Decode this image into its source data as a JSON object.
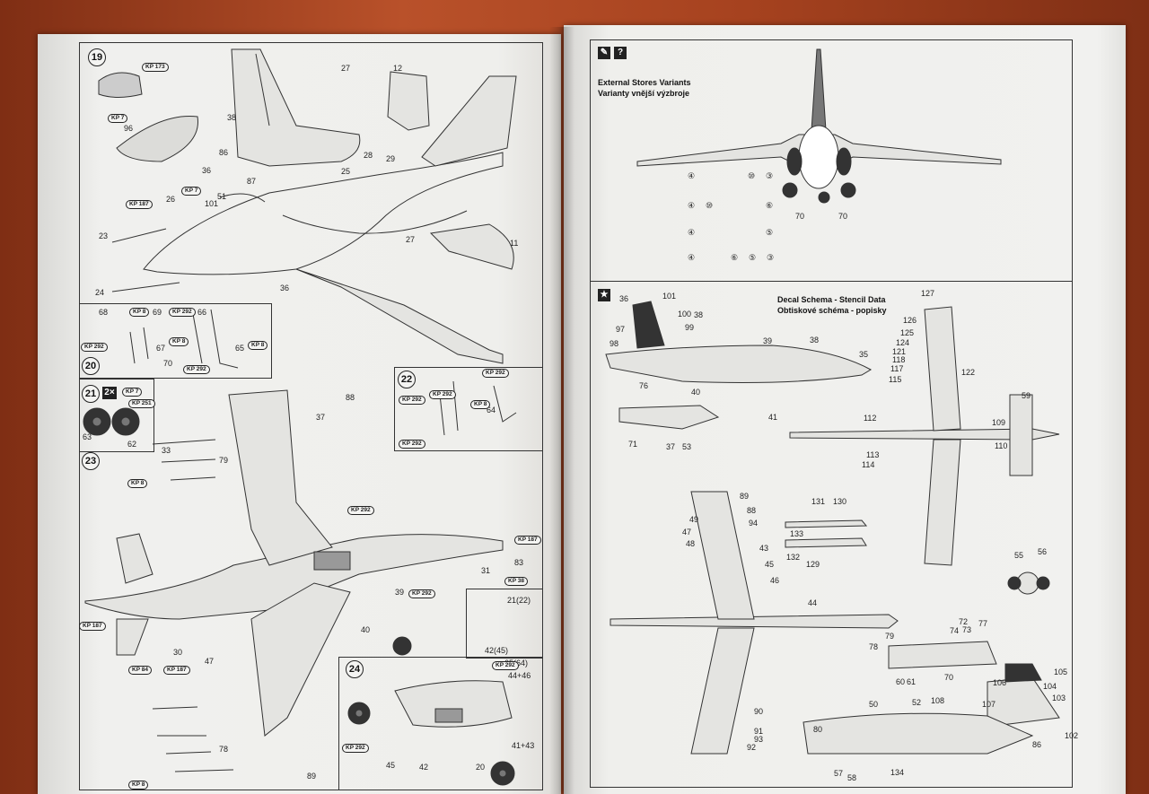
{
  "left_page": {
    "step_19": "19",
    "step_20": "20",
    "step_21": "21",
    "step_22": "22",
    "step_23": "23",
    "step_24": "24",
    "badge_2x": "2×",
    "part_numbers": [
      {
        "id": "p12",
        "text": "12"
      },
      {
        "id": "p27a",
        "text": "27"
      },
      {
        "id": "p27b",
        "text": "27"
      },
      {
        "id": "p96",
        "text": "96"
      },
      {
        "id": "p36a",
        "text": "36"
      },
      {
        "id": "p36b",
        "text": "36"
      },
      {
        "id": "p38",
        "text": "38"
      },
      {
        "id": "p86",
        "text": "86"
      },
      {
        "id": "p87",
        "text": "87"
      },
      {
        "id": "p28",
        "text": "28"
      },
      {
        "id": "p29",
        "text": "29"
      },
      {
        "id": "p25",
        "text": "25"
      },
      {
        "id": "p26",
        "text": "26"
      },
      {
        "id": "p101",
        "text": "101"
      },
      {
        "id": "p51",
        "text": "51"
      },
      {
        "id": "p23",
        "text": "23"
      },
      {
        "id": "p24",
        "text": "24"
      },
      {
        "id": "p11",
        "text": "11"
      },
      {
        "id": "p68",
        "text": "68"
      },
      {
        "id": "p69",
        "text": "69"
      },
      {
        "id": "p66",
        "text": "66"
      },
      {
        "id": "p65",
        "text": "65"
      },
      {
        "id": "p67",
        "text": "67"
      },
      {
        "id": "p70",
        "text": "70"
      },
      {
        "id": "p88",
        "text": "88"
      },
      {
        "id": "p37",
        "text": "37"
      },
      {
        "id": "p63",
        "text": "63"
      },
      {
        "id": "p62",
        "text": "62"
      },
      {
        "id": "p64",
        "text": "64"
      },
      {
        "id": "p33",
        "text": "33"
      },
      {
        "id": "p79",
        "text": "79"
      },
      {
        "id": "p31",
        "text": "31"
      },
      {
        "id": "p83",
        "text": "83"
      },
      {
        "id": "p30",
        "text": "30"
      },
      {
        "id": "p47",
        "text": "47"
      },
      {
        "id": "p40",
        "text": "40"
      },
      {
        "id": "p39",
        "text": "39"
      },
      {
        "id": "p78",
        "text": "78"
      },
      {
        "id": "p89",
        "text": "89"
      },
      {
        "id": "p45",
        "text": "45"
      },
      {
        "id": "p42",
        "text": "42"
      },
      {
        "id": "p20",
        "text": "20"
      },
      {
        "id": "p4143",
        "text": "41+43"
      },
      {
        "id": "p4446",
        "text": "44+46"
      },
      {
        "id": "p2122",
        "text": "21(22)"
      },
      {
        "id": "p4245",
        "text": "42(45)"
      },
      {
        "id": "p6564",
        "text": "65(64)"
      }
    ],
    "kp_labels": [
      {
        "id": "k1",
        "text": "KP 173"
      },
      {
        "id": "k2",
        "text": "KP 7"
      },
      {
        "id": "k3",
        "text": "KP 187"
      },
      {
        "id": "k4",
        "text": "KP 7"
      },
      {
        "id": "k5",
        "text": "KP 8"
      },
      {
        "id": "k6",
        "text": "KP 292"
      },
      {
        "id": "k7",
        "text": "KP 292"
      },
      {
        "id": "k8",
        "text": "KP 8"
      },
      {
        "id": "k9",
        "text": "KP 8"
      },
      {
        "id": "k10",
        "text": "KP 292"
      },
      {
        "id": "k11",
        "text": "KP 7"
      },
      {
        "id": "k12",
        "text": "KP 251"
      },
      {
        "id": "k13",
        "text": "KP 292"
      },
      {
        "id": "k14",
        "text": "KP 292"
      },
      {
        "id": "k15",
        "text": "KP 292"
      },
      {
        "id": "k16",
        "text": "KP 8"
      },
      {
        "id": "k17",
        "text": "KP 292"
      },
      {
        "id": "k18",
        "text": "KP 8"
      },
      {
        "id": "k19",
        "text": "KP 292"
      },
      {
        "id": "k20",
        "text": "KP 187"
      },
      {
        "id": "k21",
        "text": "KP 38"
      },
      {
        "id": "k22",
        "text": "KP 187"
      },
      {
        "id": "k23",
        "text": "KP 84"
      },
      {
        "id": "k24",
        "text": "KP 187"
      },
      {
        "id": "k25",
        "text": "KP 292"
      },
      {
        "id": "k26",
        "text": "KP 292"
      },
      {
        "id": "k27",
        "text": "KP 8"
      },
      {
        "id": "k28",
        "text": "KP 292"
      }
    ]
  },
  "right_page": {
    "external_stores_title_en": "External Stores Variants",
    "external_stores_title_cz": "Varianty vnější výzbroje",
    "decal_title_en": "Decal Schema - Stencil Data",
    "decal_title_cz": "Obtiskové schéma - popisky",
    "stencil_numbers": [
      {
        "id": "s1",
        "text": "101"
      },
      {
        "id": "s2",
        "text": "100"
      },
      {
        "id": "s3",
        "text": "99"
      },
      {
        "id": "s4",
        "text": "38"
      },
      {
        "id": "s5",
        "text": "36"
      },
      {
        "id": "s6",
        "text": "97"
      },
      {
        "id": "s7",
        "text": "98"
      },
      {
        "id": "s8",
        "text": "39"
      },
      {
        "id": "s9",
        "text": "38"
      },
      {
        "id": "s10",
        "text": "40"
      },
      {
        "id": "s11",
        "text": "35"
      },
      {
        "id": "s12",
        "text": "53"
      },
      {
        "id": "s13",
        "text": "41"
      },
      {
        "id": "s14",
        "text": "71"
      },
      {
        "id": "s15",
        "text": "37"
      },
      {
        "id": "s16",
        "text": "127"
      },
      {
        "id": "s17",
        "text": "126"
      },
      {
        "id": "s18",
        "text": "125"
      },
      {
        "id": "s19",
        "text": "124"
      },
      {
        "id": "s20",
        "text": "121"
      },
      {
        "id": "s21",
        "text": "118"
      },
      {
        "id": "s22",
        "text": "117"
      },
      {
        "id": "s23",
        "text": "115"
      },
      {
        "id": "s24",
        "text": "114"
      },
      {
        "id": "s25",
        "text": "113"
      },
      {
        "id": "s26",
        "text": "112"
      },
      {
        "id": "s27",
        "text": "109"
      },
      {
        "id": "s28",
        "text": "110"
      },
      {
        "id": "s29",
        "text": "122"
      },
      {
        "id": "s30",
        "text": "131"
      },
      {
        "id": "s31",
        "text": "130"
      },
      {
        "id": "s32",
        "text": "133"
      },
      {
        "id": "s33",
        "text": "132"
      },
      {
        "id": "s34",
        "text": "129"
      },
      {
        "id": "s35",
        "text": "89"
      },
      {
        "id": "s36",
        "text": "88"
      },
      {
        "id": "s37",
        "text": "94"
      },
      {
        "id": "s38",
        "text": "43"
      },
      {
        "id": "s39",
        "text": "45"
      },
      {
        "id": "s40",
        "text": "46"
      },
      {
        "id": "s41",
        "text": "44"
      },
      {
        "id": "s42",
        "text": "49"
      },
      {
        "id": "s43",
        "text": "48"
      },
      {
        "id": "s44",
        "text": "47"
      },
      {
        "id": "s45",
        "text": "93"
      },
      {
        "id": "s46",
        "text": "91"
      },
      {
        "id": "s47",
        "text": "92"
      },
      {
        "id": "s48",
        "text": "90"
      },
      {
        "id": "s49",
        "text": "105"
      },
      {
        "id": "s50",
        "text": "106"
      },
      {
        "id": "s51",
        "text": "104"
      },
      {
        "id": "s52",
        "text": "103"
      },
      {
        "id": "s53",
        "text": "102"
      },
      {
        "id": "s54",
        "text": "107"
      },
      {
        "id": "s55",
        "text": "108"
      },
      {
        "id": "s56",
        "text": "52"
      },
      {
        "id": "s57",
        "text": "50"
      },
      {
        "id": "s58",
        "text": "134"
      },
      {
        "id": "s59",
        "text": "80"
      },
      {
        "id": "s60",
        "text": "86"
      },
      {
        "id": "s61",
        "text": "55"
      },
      {
        "id": "s62",
        "text": "56"
      },
      {
        "id": "s63",
        "text": "59"
      },
      {
        "id": "s64",
        "text": "60"
      },
      {
        "id": "s65",
        "text": "61"
      },
      {
        "id": "s66",
        "text": "70"
      },
      {
        "id": "s67",
        "text": "72"
      },
      {
        "id": "s68",
        "text": "73"
      },
      {
        "id": "s69",
        "text": "74"
      },
      {
        "id": "s70",
        "text": "76"
      },
      {
        "id": "s71",
        "text": "77"
      },
      {
        "id": "s72",
        "text": "78"
      },
      {
        "id": "s73",
        "text": "79"
      },
      {
        "id": "s74",
        "text": "57"
      },
      {
        "id": "s75",
        "text": "58"
      }
    ],
    "store_numbers": [
      {
        "id": "t1",
        "text": "④"
      },
      {
        "id": "t2",
        "text": "⑩"
      },
      {
        "id": "t3",
        "text": "③"
      },
      {
        "id": "t4",
        "text": "④"
      },
      {
        "id": "t5",
        "text": "⑩"
      },
      {
        "id": "t6",
        "text": "⑥"
      },
      {
        "id": "t7",
        "text": "④"
      },
      {
        "id": "t8",
        "text": "⑤"
      },
      {
        "id": "t9",
        "text": "④"
      },
      {
        "id": "t10",
        "text": "⑥"
      },
      {
        "id": "t11",
        "text": "⑤"
      },
      {
        "id": "t12",
        "text": "③"
      },
      {
        "id": "t13",
        "text": "70"
      },
      {
        "id": "t14",
        "text": "70"
      }
    ]
  }
}
